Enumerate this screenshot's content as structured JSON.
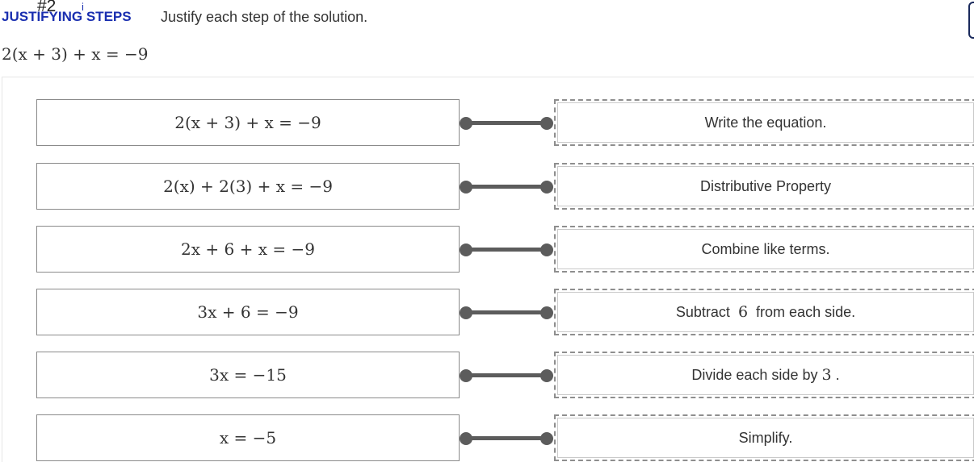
{
  "header": {
    "label": "JUSTIFYING STEPS",
    "instruction": "Justify each step of the solution.",
    "question_number": "#2",
    "info_icon": "i"
  },
  "equation": {
    "text": "2(x + 3) + x = −9"
  },
  "steps": [
    {
      "expression": "2(x + 3) + x = −9",
      "reason": "Write the equation."
    },
    {
      "expression": "2(x) + 2(3) + x = −9",
      "reason": "Distributive Property"
    },
    {
      "expression": "2x + 6 + x = −9",
      "reason": "Combine like terms."
    },
    {
      "expression": "3x + 6 = −9",
      "reason_before": "Subtract",
      "reason_number": "6",
      "reason_after": "from each side."
    },
    {
      "expression": "3x = −15",
      "reason_before": "Divide each side by",
      "reason_number": "3",
      "reason_after": "."
    },
    {
      "expression": "x = −5",
      "reason": "Simplify."
    }
  ],
  "colors": {
    "label_blue": "#1a2fb0",
    "text": "#333333",
    "connector": "#5c5c5c",
    "dashed_border": "#8e8e8e"
  }
}
